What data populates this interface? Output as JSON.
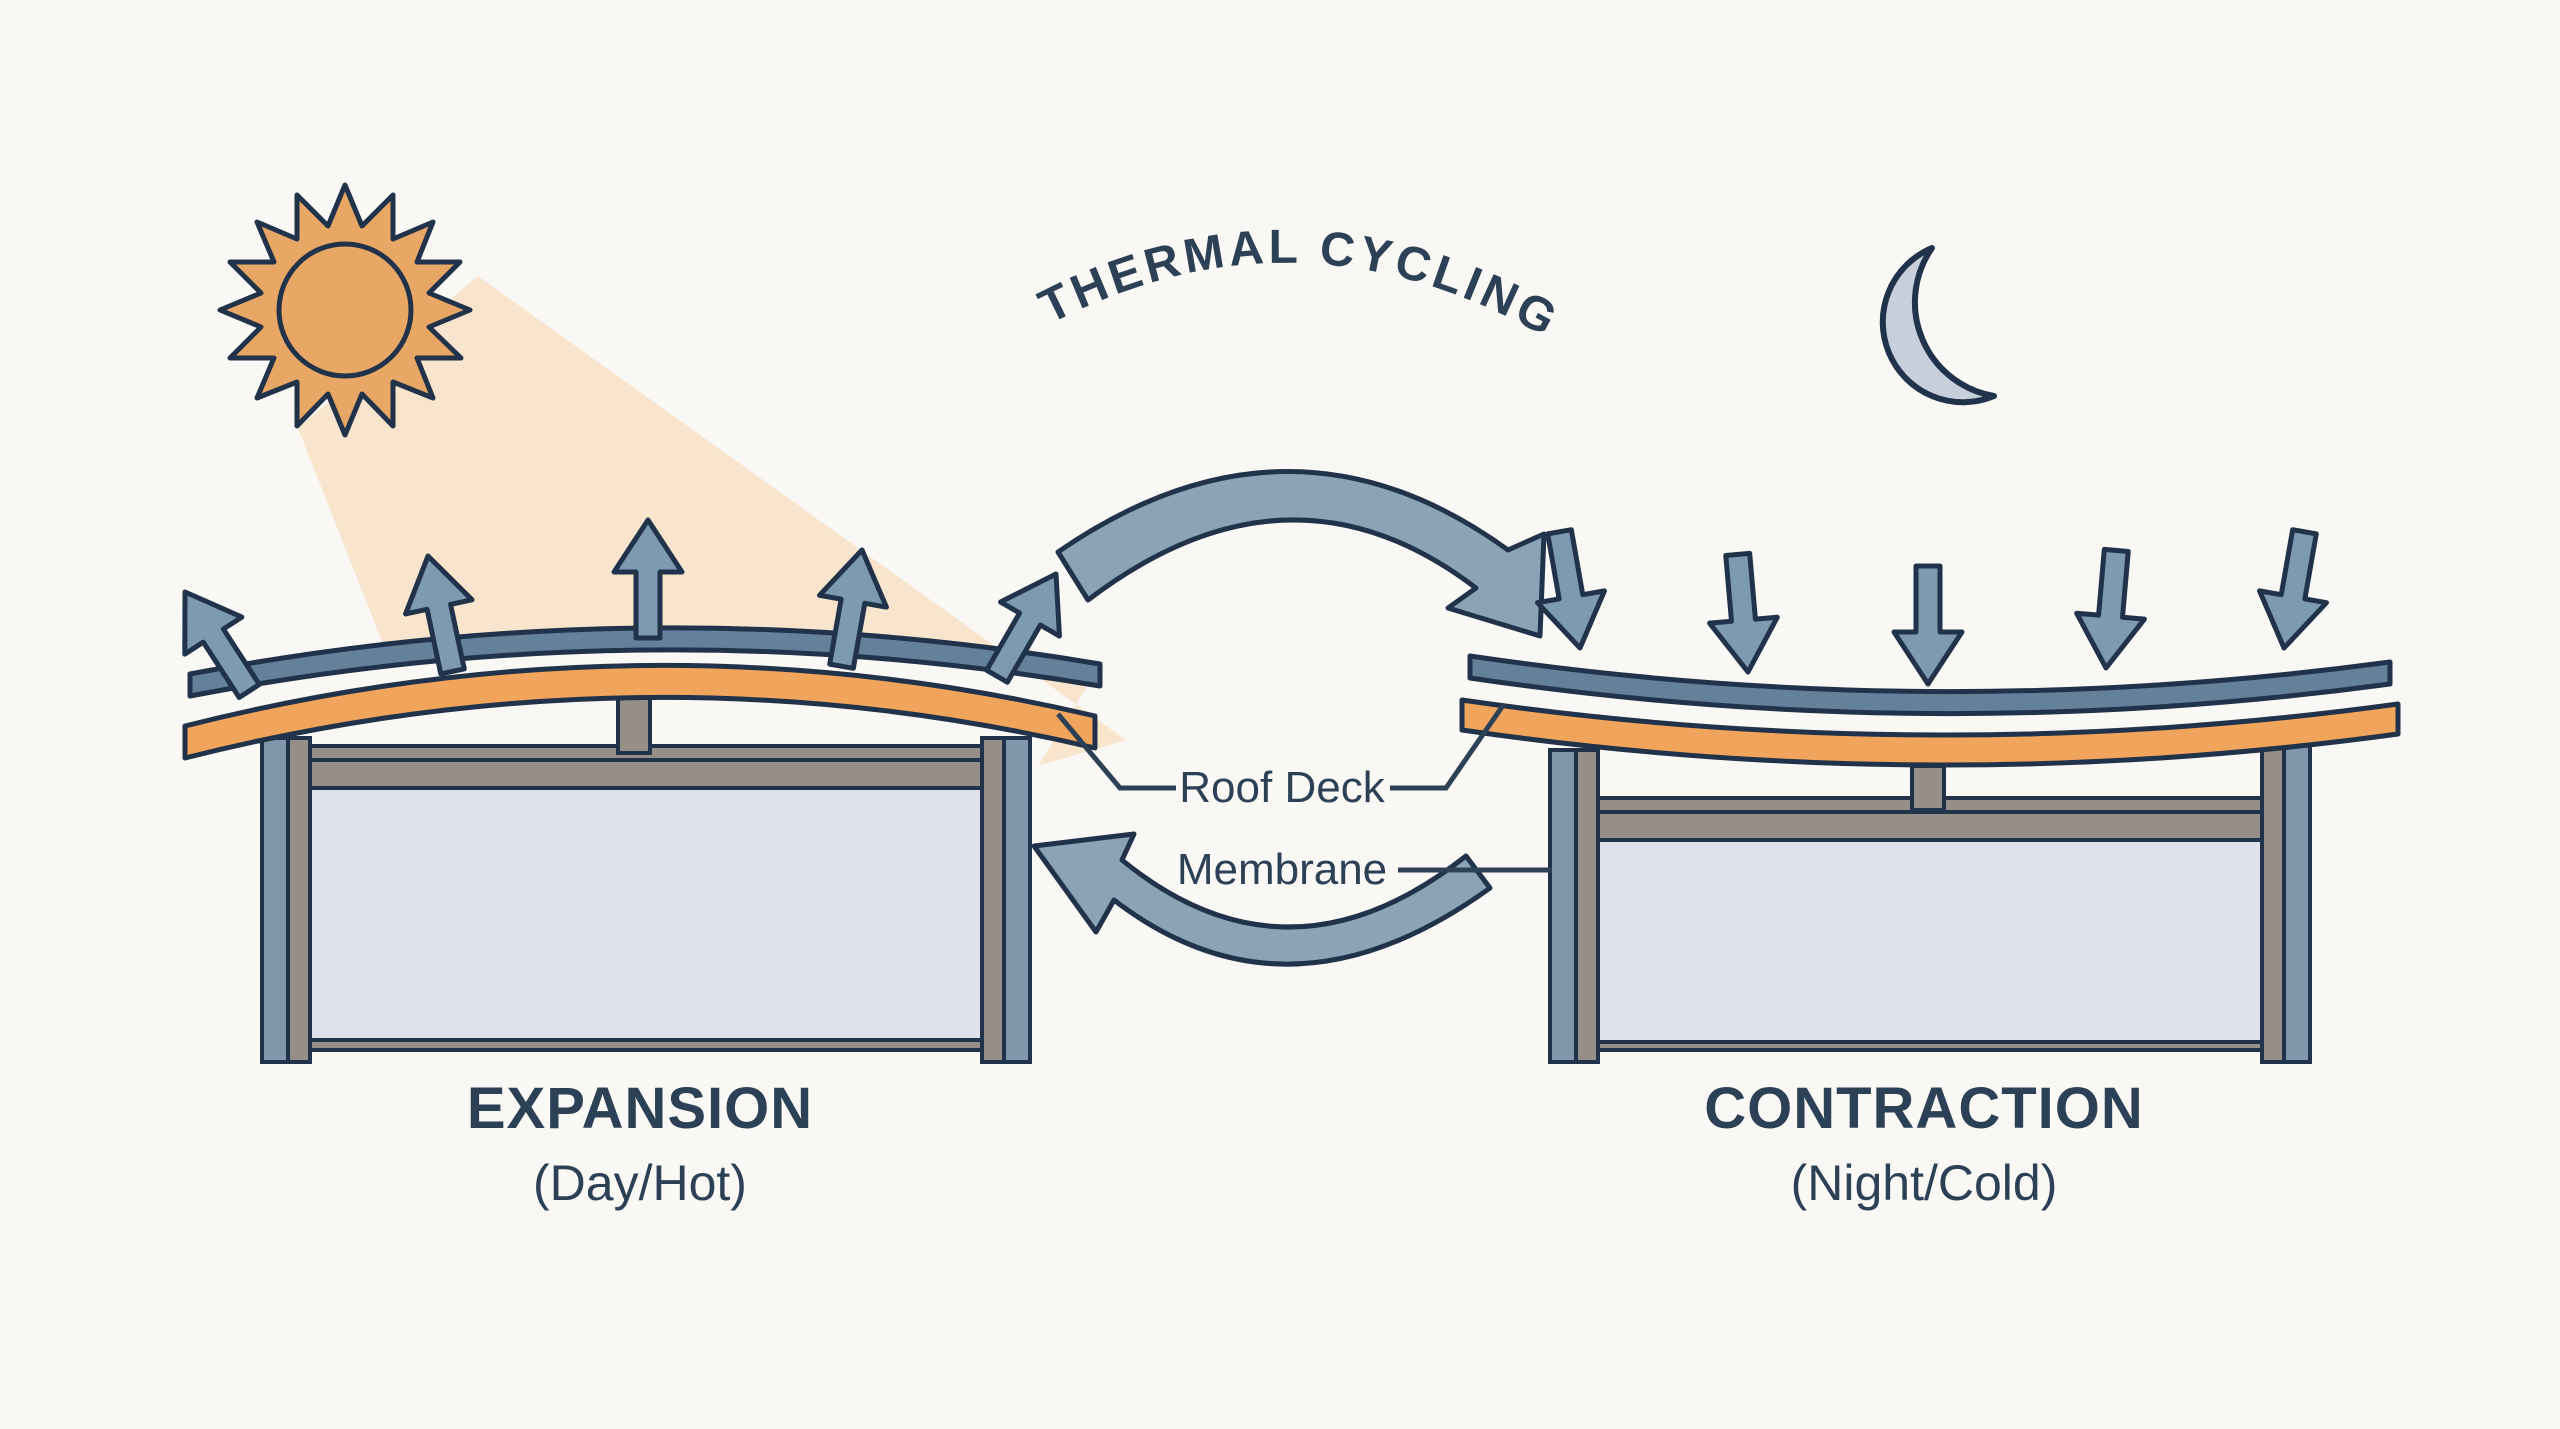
{
  "cycle": {
    "arc_label": "THERMAL CYCLING"
  },
  "annotations": {
    "roof_deck": "Roof Deck",
    "membrane": "Membrane"
  },
  "states": {
    "expansion": {
      "title": "EXPANSION",
      "subtitle": "(Day/Hot)"
    },
    "contraction": {
      "title": "CONTRACTION",
      "subtitle": "(Night/Cold)"
    }
  },
  "icons": {
    "day": "sun-icon",
    "night": "moon-icon",
    "forward": "cycle-arrow-forward",
    "return": "cycle-arrow-return"
  },
  "colors": {
    "background": "#FAF8F5",
    "ink": "#20334A",
    "text": "#2C4156",
    "membrane": "#64809B",
    "deck": "#F0A45C",
    "steel": "#7E9AB0",
    "arc": "#8BA3B6",
    "sun": "#E9A765",
    "sunbeam": "#F9E3C9",
    "moon": "#C7D0DA",
    "column_blue": "#8096AA",
    "frame_gray": "#958F86",
    "panel": "#DFE3E9"
  }
}
